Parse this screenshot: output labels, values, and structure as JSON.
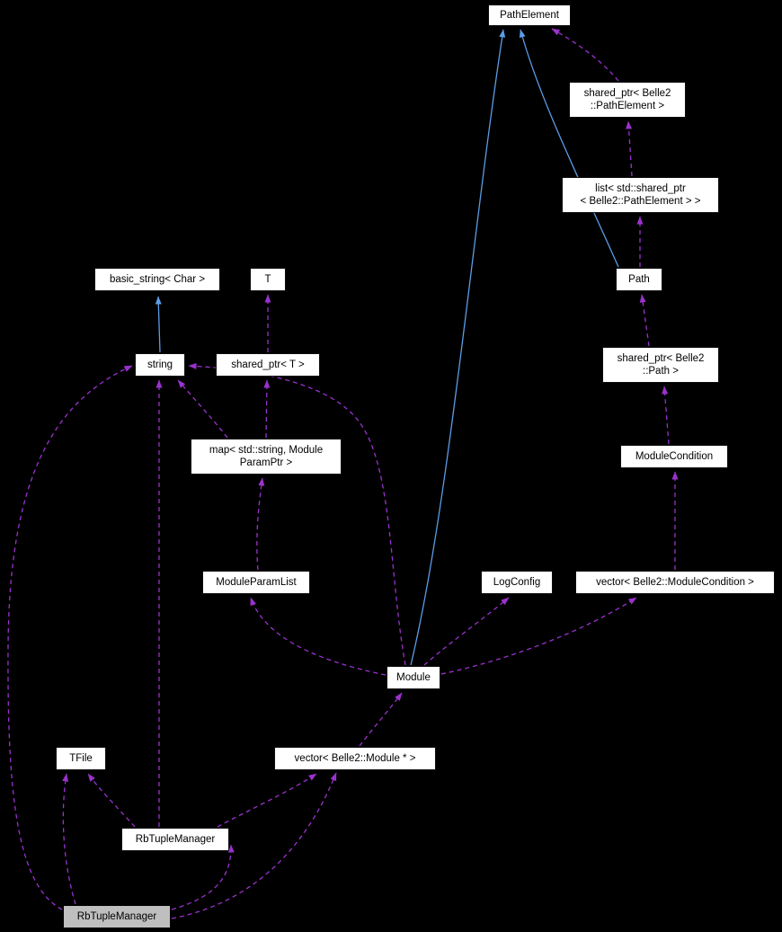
{
  "diagram": {
    "kind": "doxygen-collaboration-graph",
    "colors": {
      "background": "#000000",
      "node_fill": "#ffffff",
      "node_text": "#000000",
      "highlight_node_fill": "#bfbfbf",
      "usage_edge": "#9a32cd",
      "inheritance_edge": "#5c9ce6"
    },
    "nodes": {
      "pathelement": {
        "label": "PathElement"
      },
      "shared_ptr_pathelement": {
        "label": "shared_ptr< Belle2\n::PathElement >"
      },
      "list_shared_ptr_pathelement": {
        "label": "list< std::shared_ptr\n< Belle2::PathElement > >"
      },
      "basic_string_char": {
        "label": "basic_string< Char >"
      },
      "t": {
        "label": "T"
      },
      "path": {
        "label": "Path"
      },
      "string": {
        "label": "string"
      },
      "shared_ptr_t": {
        "label": "shared_ptr< T >"
      },
      "shared_ptr_path": {
        "label": "shared_ptr< Belle2\n::Path >"
      },
      "map_string_moduleparamptr": {
        "label": "map< std::string, Module\nParamPtr >"
      },
      "module_condition": {
        "label": "ModuleCondition"
      },
      "module_param_list": {
        "label": "ModuleParamList"
      },
      "log_config": {
        "label": "LogConfig"
      },
      "vector_module_condition": {
        "label": "vector< Belle2::ModuleCondition >"
      },
      "module": {
        "label": "Module"
      },
      "tfile": {
        "label": "TFile"
      },
      "vector_module_ptr": {
        "label": "vector< Belle2::Module * >"
      },
      "rbtuple_manager": {
        "label": "RbTupleManager"
      },
      "rbtuple_manager_main": {
        "label": "RbTupleManager"
      }
    },
    "edges": [
      {
        "from": "string",
        "to": "basic_string_char",
        "relation": "inheritance"
      },
      {
        "from": "module",
        "to": "pathelement",
        "relation": "inheritance"
      },
      {
        "from": "path",
        "to": "pathelement",
        "relation": "inheritance"
      },
      {
        "from": "shared_ptr_pathelement",
        "to": "pathelement",
        "relation": "usage"
      },
      {
        "from": "list_shared_ptr_pathelement",
        "to": "shared_ptr_pathelement",
        "relation": "usage"
      },
      {
        "from": "path",
        "to": "list_shared_ptr_pathelement",
        "relation": "usage"
      },
      {
        "from": "shared_ptr_path",
        "to": "path",
        "relation": "usage"
      },
      {
        "from": "module_condition",
        "to": "shared_ptr_path",
        "relation": "usage"
      },
      {
        "from": "vector_module_condition",
        "to": "module_condition",
        "relation": "usage"
      },
      {
        "from": "module",
        "to": "vector_module_condition",
        "relation": "usage"
      },
      {
        "from": "module",
        "to": "log_config",
        "relation": "usage"
      },
      {
        "from": "module",
        "to": "module_param_list",
        "relation": "usage"
      },
      {
        "from": "module_param_list",
        "to": "map_string_moduleparamptr",
        "relation": "usage"
      },
      {
        "from": "map_string_moduleparamptr",
        "to": "string",
        "relation": "usage"
      },
      {
        "from": "map_string_moduleparamptr",
        "to": "shared_ptr_t",
        "relation": "usage"
      },
      {
        "from": "shared_ptr_t",
        "to": "t",
        "relation": "usage"
      },
      {
        "from": "module",
        "to": "string",
        "relation": "usage"
      },
      {
        "from": "rbtuple_manager",
        "to": "tfile",
        "relation": "usage"
      },
      {
        "from": "rbtuple_manager",
        "to": "string",
        "relation": "usage"
      },
      {
        "from": "rbtuple_manager",
        "to": "vector_module_ptr",
        "relation": "usage"
      },
      {
        "from": "vector_module_ptr",
        "to": "module",
        "relation": "usage"
      },
      {
        "from": "rbtuple_manager_main",
        "to": "rbtuple_manager",
        "relation": "usage"
      },
      {
        "from": "rbtuple_manager_main",
        "to": "tfile",
        "relation": "usage"
      },
      {
        "from": "rbtuple_manager_main",
        "to": "string",
        "relation": "usage"
      },
      {
        "from": "rbtuple_manager_main",
        "to": "vector_module_ptr",
        "relation": "usage"
      }
    ]
  }
}
